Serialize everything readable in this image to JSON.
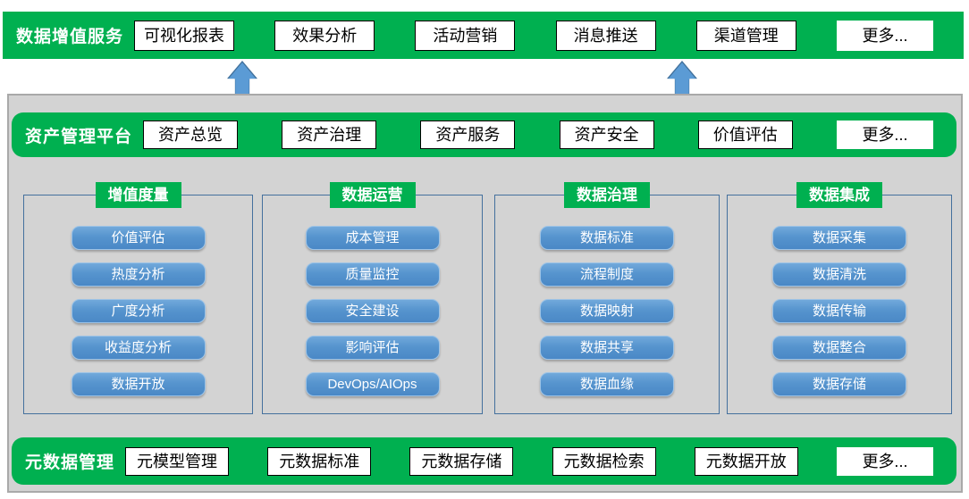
{
  "colors": {
    "bar_green": "#00B050",
    "arrow_blue_fill": "#5B9BD5",
    "arrow_blue_border": "#41719C",
    "container_gray": "#D3D3D3",
    "container_border": "#A9A9A9",
    "panel_border_blue": "#44709D",
    "button_blue_top": "#71A9DB",
    "button_blue_bottom": "#4A88C6",
    "box_text": "#000000",
    "bar_text": "#FFFFFF"
  },
  "top_bar": {
    "label": "数据增值服务",
    "items": [
      "可视化报表",
      "效果分析",
      "活动营销",
      "消息推送",
      "渠道管理"
    ],
    "more": "更多..."
  },
  "asset_bar": {
    "label": "资产管理平台",
    "items": [
      "资产总览",
      "资产治理",
      "资产服务",
      "资产安全",
      "价值评估"
    ],
    "more": "更多..."
  },
  "columns": [
    {
      "header": "增值度量",
      "items": [
        "价值评估",
        "热度分析",
        "广度分析",
        "收益度分析",
        "数据开放"
      ]
    },
    {
      "header": "数据运营",
      "items": [
        "成本管理",
        "质量监控",
        "安全建设",
        "影响评估",
        "DevOps/AIOps"
      ]
    },
    {
      "header": "数据治理",
      "items": [
        "数据标准",
        "流程制度",
        "数据映射",
        "数据共享",
        "数据血缘"
      ]
    },
    {
      "header": "数据集成",
      "items": [
        "数据采集",
        "数据清洗",
        "数据传输",
        "数据整合",
        "数据存储"
      ]
    }
  ],
  "meta_bar": {
    "label": "元数据管理",
    "items": [
      "元模型管理",
      "元数据标准",
      "元数据存储",
      "元数据检索",
      "元数据开放"
    ],
    "more": "更多..."
  }
}
